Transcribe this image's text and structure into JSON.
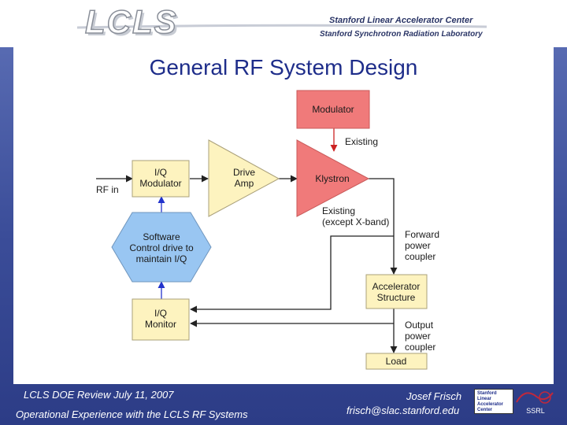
{
  "header": {
    "logo_text": "LCLS",
    "org_line1": "Stanford Linear Accelerator Center",
    "org_line2": "Stanford Synchrotron Radiation Laboratory"
  },
  "slide": {
    "title": "General RF System Design"
  },
  "diagram": {
    "nodes": {
      "modulator": "Modulator",
      "iq_modulator": [
        "I/Q",
        "Modulator"
      ],
      "drive_amp": [
        "Drive",
        "Amp"
      ],
      "klystron": "Klystron",
      "software": [
        "Software",
        "Control drive to",
        "maintain I/Q"
      ],
      "iq_monitor": [
        "I/Q",
        "Monitor"
      ],
      "accelerator": [
        "Accelerator",
        "Structure"
      ],
      "load": "Load"
    },
    "labels": {
      "rf_in": "RF in",
      "existing_top": "Existing",
      "existing_bottom": [
        "Existing",
        "(except X-band)"
      ],
      "forward_coupler": [
        "Forward",
        "power",
        "coupler"
      ],
      "output_coupler": [
        "Output",
        "power",
        "coupler"
      ]
    },
    "colors": {
      "modulator": "#f07a7a",
      "klystron": "#f07a7a",
      "iq_box": "#fdf3bf",
      "drive_amp": "#fdf3bf",
      "software": "#99c6f2",
      "arrow_blue": "#2233cc"
    }
  },
  "footer": {
    "review": "LCLS DOE Review  July 11, 2007",
    "talk": "Operational Experience with the LCLS RF Systems",
    "author": "Josef Frisch",
    "email": "frisch@slac.stanford.edu",
    "logo_lines": [
      "Stanford",
      "Linear",
      "Accelerator",
      "Center"
    ],
    "emblem": "SSRL"
  }
}
